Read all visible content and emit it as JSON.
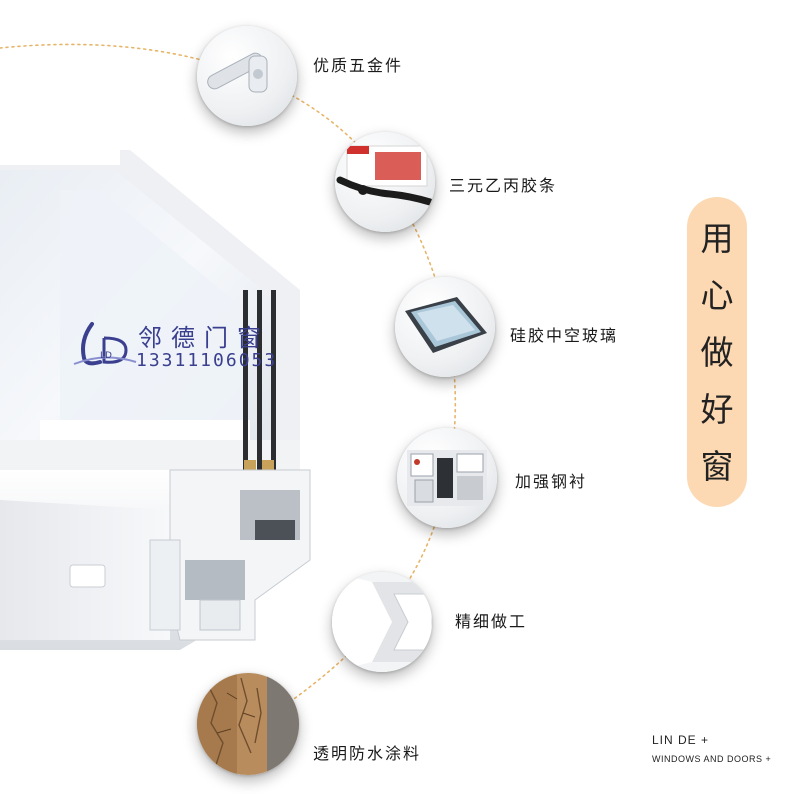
{
  "colors": {
    "arc": "#e7b569",
    "slogan_bg": "#fcd9b2",
    "watermark": "#3a3f8f",
    "text": "#1a1a1a"
  },
  "features": [
    {
      "label": "优质五金件",
      "icon": "window-handle-icon"
    },
    {
      "label": "三元乙丙胶条",
      "icon": "rubber-seal-strip-icon"
    },
    {
      "label": "硅胶中空玻璃",
      "icon": "insulated-glass-icon"
    },
    {
      "label": "加强钢衬",
      "icon": "steel-liner-profile-icon"
    },
    {
      "label": "精细做工",
      "icon": "corner-joint-icon"
    },
    {
      "label": "透明防水涂料",
      "icon": "waterproof-coating-icon"
    }
  ],
  "slogan": [
    "用",
    "心",
    "做",
    "好",
    "窗"
  ],
  "watermark": {
    "name": "邻德门窗",
    "phone": "13311106053",
    "logo": "LD"
  },
  "brand": {
    "line1": "LIN DE  +",
    "line2": "WINDOWS AND DOORS  +"
  }
}
